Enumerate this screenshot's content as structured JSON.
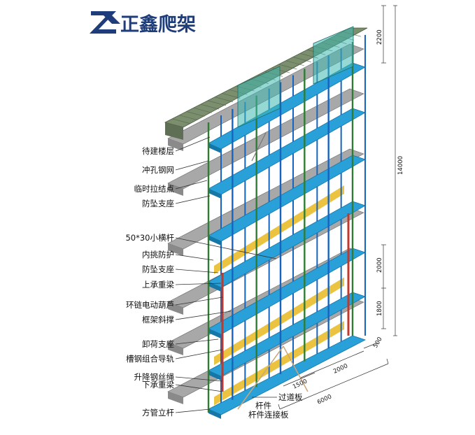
{
  "brand": {
    "name": "正鑫爬架",
    "color": "#1f3d7a",
    "icon": "zx-logo-icon"
  },
  "labels": [
    {
      "id": "pending-floor",
      "text": "待建楼层"
    },
    {
      "id": "perforated-mesh",
      "text": "冲孔钢网"
    },
    {
      "id": "temp-tie-point",
      "text": "临时拉结点"
    },
    {
      "id": "anti-fall-support-1",
      "text": "防坠支座"
    },
    {
      "id": "small-crossbar",
      "text": "50*30小横杆"
    },
    {
      "id": "inner-protection",
      "text": "内挑防护"
    },
    {
      "id": "anti-fall-support-2",
      "text": "防坠支座"
    },
    {
      "id": "upper-beam",
      "text": "上承重梁"
    },
    {
      "id": "chain-hoist",
      "text": "环链电动葫芦"
    },
    {
      "id": "frame-brace",
      "text": "框架斜撑"
    },
    {
      "id": "unload-support",
      "text": "卸荷支座"
    },
    {
      "id": "channel-guide-rail",
      "text": "槽钢组合导轨"
    },
    {
      "id": "lifting-wire-rope",
      "text": "升降钢丝绳"
    },
    {
      "id": "lower-beam",
      "text": "下承重梁"
    },
    {
      "id": "square-tube-post",
      "text": "方管立杆"
    },
    {
      "id": "walkway-board",
      "text": "过道板"
    },
    {
      "id": "bar-member",
      "text": "杆件"
    },
    {
      "id": "bar-connector-board",
      "text": "杆件连接板"
    }
  ],
  "dimensions": {
    "top": "2200",
    "total_height": "14000",
    "mid": "2000",
    "lower": "1800",
    "depth": "500",
    "span_right": "2000",
    "span_left": "1500",
    "total_length": "6000"
  },
  "colors": {
    "slab": "#8a8a8a",
    "slab_top": "#a8a8a8",
    "platform": "#2aa0d8",
    "platform_edge": "#1576a8",
    "post_green": "#2e7d32",
    "post_blue": "#1565c0",
    "mesh": "#3fb8b0",
    "toe_board": "#e8b820",
    "hoist": "#c0392b"
  }
}
